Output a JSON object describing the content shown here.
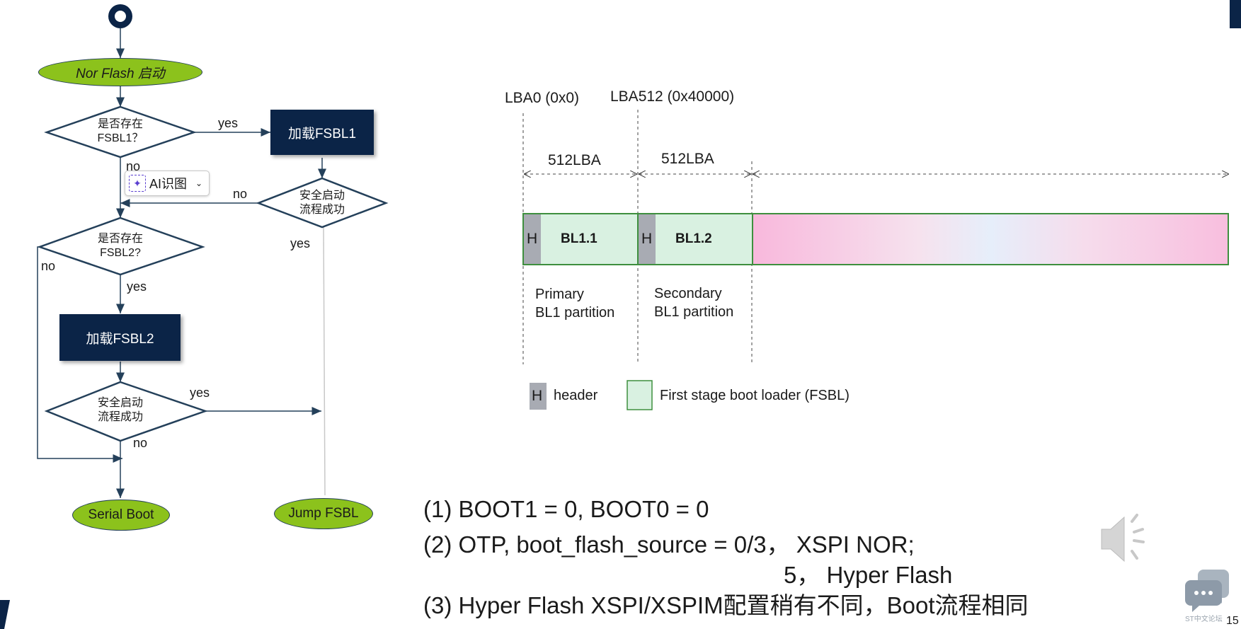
{
  "flowchart": {
    "start_title": "Nor Flash 启动",
    "decision1": "是否存在\nFSBL1？",
    "yes1": "yes",
    "no1": "no",
    "load_fsbl1": "加载FSBL1",
    "decision_secure1": "安全启动\n流程成功",
    "no_secure1": "no",
    "yes_secure1": "yes",
    "decision2": "是否存在\nFSBL2?",
    "no2": "no",
    "yes2": "yes",
    "load_fsbl2": "加载FSBL2",
    "decision_secure2": "安全启动\n流程成功",
    "yes_secure2": "yes",
    "no_secure2": "no",
    "serial_boot": "Serial Boot",
    "jump_fsbl": "Jump FSBL"
  },
  "ai_chip": {
    "label": "AI识图",
    "icon": "ai-sparkle-icon"
  },
  "memory_map": {
    "lba0": "LBA0 (0x0)",
    "lba512": "LBA512 (0x40000)",
    "size1": "512LBA",
    "size2": "512LBA",
    "header_letter": "H",
    "bl11": "BL1.1",
    "bl12": "BL1.2",
    "primary": "Primary\nBL1 partition",
    "secondary": "Secondary\nBL1 partition",
    "legend_header_letter": "H",
    "legend_header": "header",
    "legend_fsbl": "First stage boot loader (FSBL)"
  },
  "steps": {
    "line1": "(1) BOOT1 = 0,    BOOT0 = 0",
    "line2": "(2) OTP, boot_flash_source = 0/3，  XSPI NOR;",
    "line2b": "5，  Hyper Flash",
    "line3": "(3) Hyper Flash XSPI/XSPIM配置稍有不同，Boot流程相同"
  },
  "footer": {
    "page_number": "15",
    "watermark": "ST中文论坛"
  },
  "colors": {
    "navy": "#0b2447",
    "green": "#8cc21c",
    "fsbl_fill": "#d9f1e1",
    "fsbl_border": "#3e8f3e",
    "header_fill": "#a8abb3"
  }
}
